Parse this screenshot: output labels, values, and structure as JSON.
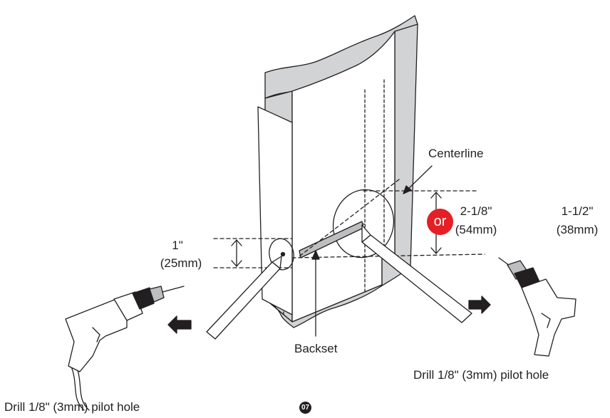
{
  "labels": {
    "centerline": "Centerline",
    "backset": "Backset",
    "edge_dim_in": "1\"",
    "edge_dim_mm": "(25mm)",
    "face_dim_a_in": "2-1/8\"",
    "face_dim_a_mm": "(54mm)",
    "or": "or",
    "face_dim_b_in": "1-1/2\"",
    "face_dim_b_mm": "(38mm)",
    "drill_left_caption": "Drill 1/8\" (3mm) pilot hole",
    "drill_right_caption": "Drill 1/8\" (3mm) pilot hole",
    "page_number": "07"
  },
  "colors": {
    "line": "#231f20",
    "door_edge": "#d1d3d4",
    "drill_body": "#ffffff",
    "drill_shade": "#bcbec0",
    "accent_red": "#e41f25",
    "background": "#ffffff"
  },
  "icons": [
    "door-illustration",
    "drill-left-icon",
    "drill-right-icon",
    "arrow-left-icon",
    "arrow-right-icon",
    "pencil-icon"
  ]
}
